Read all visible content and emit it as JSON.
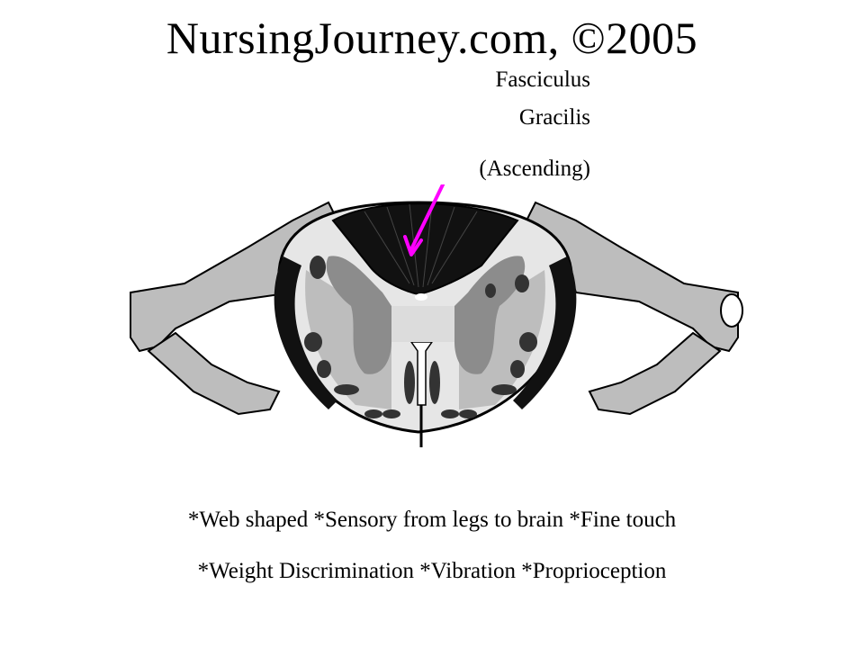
{
  "title": "NursingJourney.com, ©2005",
  "label": {
    "line1": "Fasciculus",
    "line2": "Gracilis",
    "line3": "(Ascending)"
  },
  "captions": {
    "line1": "*Web shaped *Sensory from legs to brain *Fine touch",
    "line2": "*Weight Discrimination *Vibration *Proprioception"
  },
  "colors": {
    "tract_highlight": "#000000",
    "white_matter": "#bdbdbd",
    "gray_matter": "#8c8c8c",
    "arrow": "#ff00ff"
  }
}
